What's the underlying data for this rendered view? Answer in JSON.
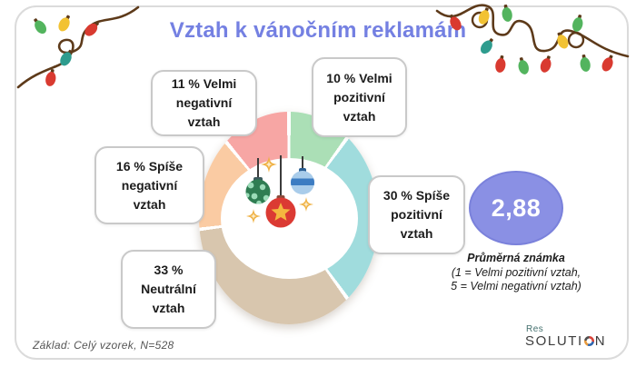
{
  "title": "Vztah k vánočním reklamám",
  "chart_data": {
    "type": "pie",
    "donut": true,
    "title": "Vztah k vánočním reklamám",
    "start_angle": "12 o'clock",
    "direction": "clockwise",
    "legend_position": "callout labels around ring",
    "segments": [
      {
        "label": "Velmi pozitivní vztah",
        "percent": 10,
        "color": "#ABDFB6"
      },
      {
        "label": "Spíše pozitivní vztah",
        "percent": 30,
        "color": "#A0DCDD"
      },
      {
        "label": "Neutrální vztah",
        "percent": 33,
        "color": "#D8C6AE"
      },
      {
        "label": "Spíše negativní vztah",
        "percent": 16,
        "color": "#FACBA3"
      },
      {
        "label": "Velmi negativní vztah",
        "percent": 11,
        "color": "#F7A6A4"
      }
    ],
    "average_score": "2,88",
    "scale_note": "1 = Velmi pozitivní vztah, 5 = Velmi negativní vztah",
    "base_note": "Základ: Celý vzorek, N=528"
  },
  "callouts": [
    {
      "lines": [
        "11 % Velmi",
        "negativní",
        "vztah"
      ]
    },
    {
      "lines": [
        "10 % Velmi",
        "pozitivní",
        "vztah"
      ]
    },
    {
      "lines": [
        "16 % Spíše",
        "negativní",
        "vztah"
      ]
    },
    {
      "lines": [
        "30 % Spíše",
        "pozitivní",
        "vztah"
      ]
    },
    {
      "lines": [
        "33 %",
        "Neutrální",
        "vztah"
      ]
    }
  ],
  "average": {
    "value": "2,88",
    "caption_lines": [
      "Průměrná známka",
      "(1 = Velmi pozitivní vztah,",
      "5 = Velmi negativní vztah)"
    ]
  },
  "footer": {
    "base_note": "Základ: Celý vzorek, N=528"
  },
  "logo": {
    "res": "Res",
    "solution_pre": "SOLUTI",
    "solution_post": "N"
  },
  "colors": {
    "title": "#7480E2",
    "average_badge": "#8A90E4",
    "callout_border": "#C9C9C9",
    "card_border": "#DBDBDB",
    "garland_string": "#5D3A1A",
    "bulb_red": "#D93A30",
    "bulb_green": "#53B45E",
    "bulb_yellow": "#F2C233",
    "bulb_teal": "#2E9C8E"
  },
  "decor_icons": [
    "christmas-lights-garland",
    "christmas-bauble-green-dotted",
    "christmas-bauble-red-star",
    "christmas-bauble-blue-striped",
    "sparkle-star"
  ]
}
